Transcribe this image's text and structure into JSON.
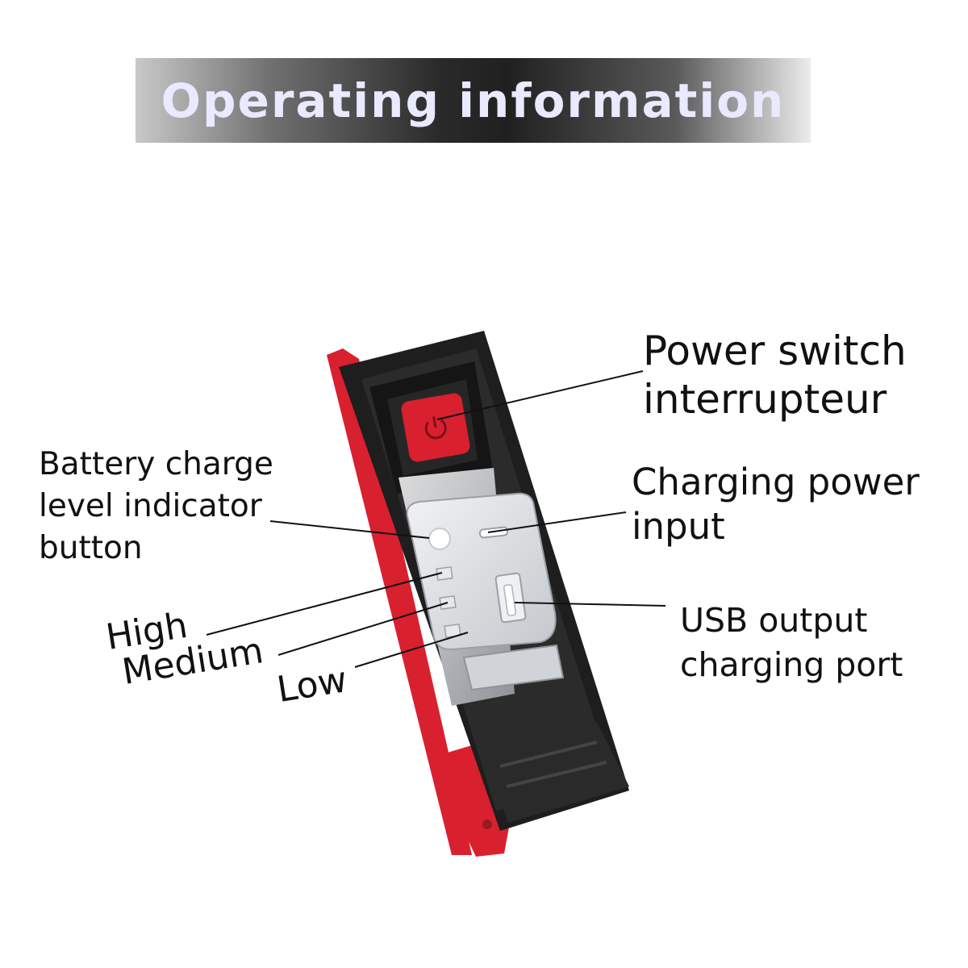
{
  "banner": {
    "title": "Operating information"
  },
  "labels": {
    "power_switch": "Power switch\ninterrupteur",
    "battery_indicator": "Battery charge\nlevel indicator\nbutton",
    "charging_input": "Charging power\ninput",
    "usb_output": "USB output\ncharging port",
    "high": "High",
    "medium": "Medium",
    "low": "Low"
  },
  "colors": {
    "accent_red": "#d8202f",
    "housing_black": "#1e1e1e",
    "label_text": "#111111"
  },
  "icons": {
    "power_button": "power-icon"
  }
}
